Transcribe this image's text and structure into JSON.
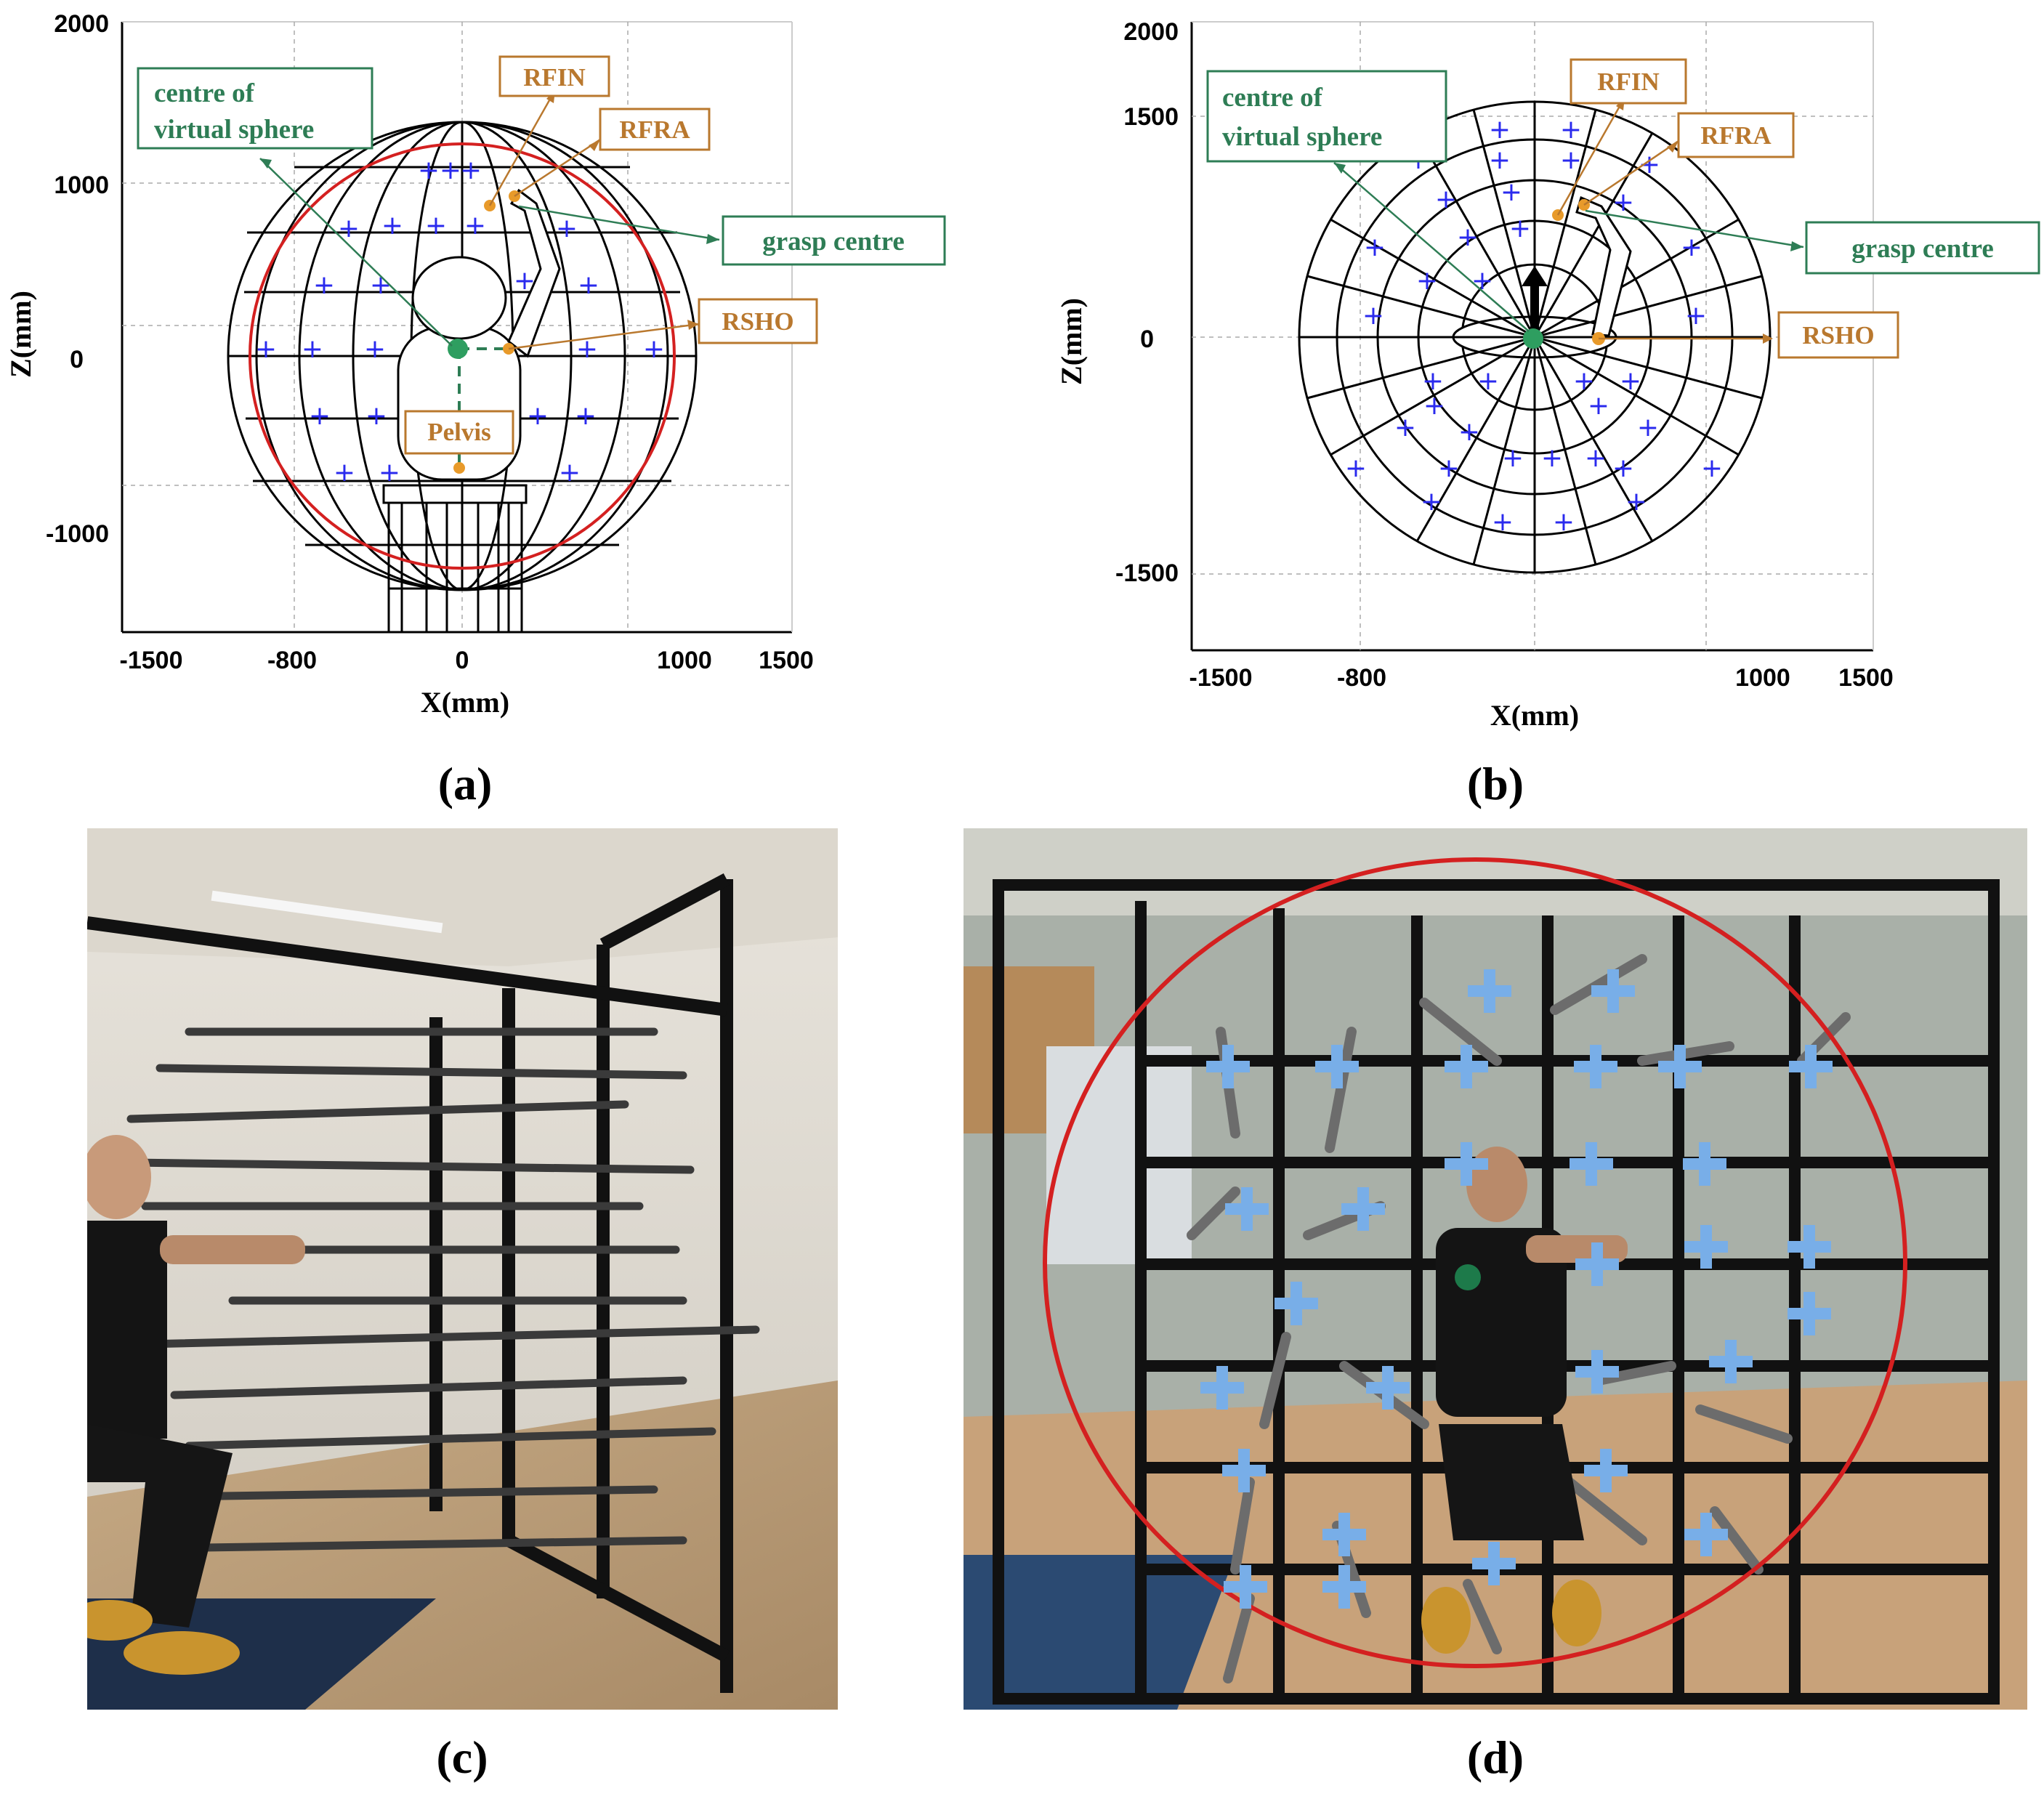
{
  "panels": {
    "a": {
      "caption": "(a)",
      "xlabel": "X(mm)",
      "ylabel": "Z(mm)",
      "xticks": [
        "-1500",
        "-800",
        "0",
        "1000",
        "1500"
      ],
      "yticks": [
        "2000",
        "1000",
        "0",
        "-1000"
      ],
      "labels": {
        "centre": [
          "centre of",
          "virtual sphere"
        ],
        "rfin": "RFIN",
        "rfra": "RFRA",
        "grasp": "grasp centre",
        "rsho": "RSHO",
        "pelvis": "Pelvis"
      }
    },
    "b": {
      "caption": "(b)",
      "xlabel": "X(mm)",
      "ylabel": "Z(mm)",
      "xticks": [
        "-1500",
        "-800",
        "1000",
        "1500"
      ],
      "yticks": [
        "2000",
        "1500",
        "0",
        "-1500"
      ],
      "labels": {
        "centre": [
          "centre of",
          "virtual sphere"
        ],
        "rfin": "RFIN",
        "rfra": "RFRA",
        "grasp": "grasp centre",
        "rsho": "RSHO"
      }
    },
    "c": {
      "caption": "(c)"
    },
    "d": {
      "caption": "(d)"
    }
  },
  "colors": {
    "green": "#2e7d55",
    "orange": "#b9782e",
    "marker_blue": "#2a2aee",
    "sphere_red": "#d42020",
    "photo_plus": "#78aee8"
  }
}
